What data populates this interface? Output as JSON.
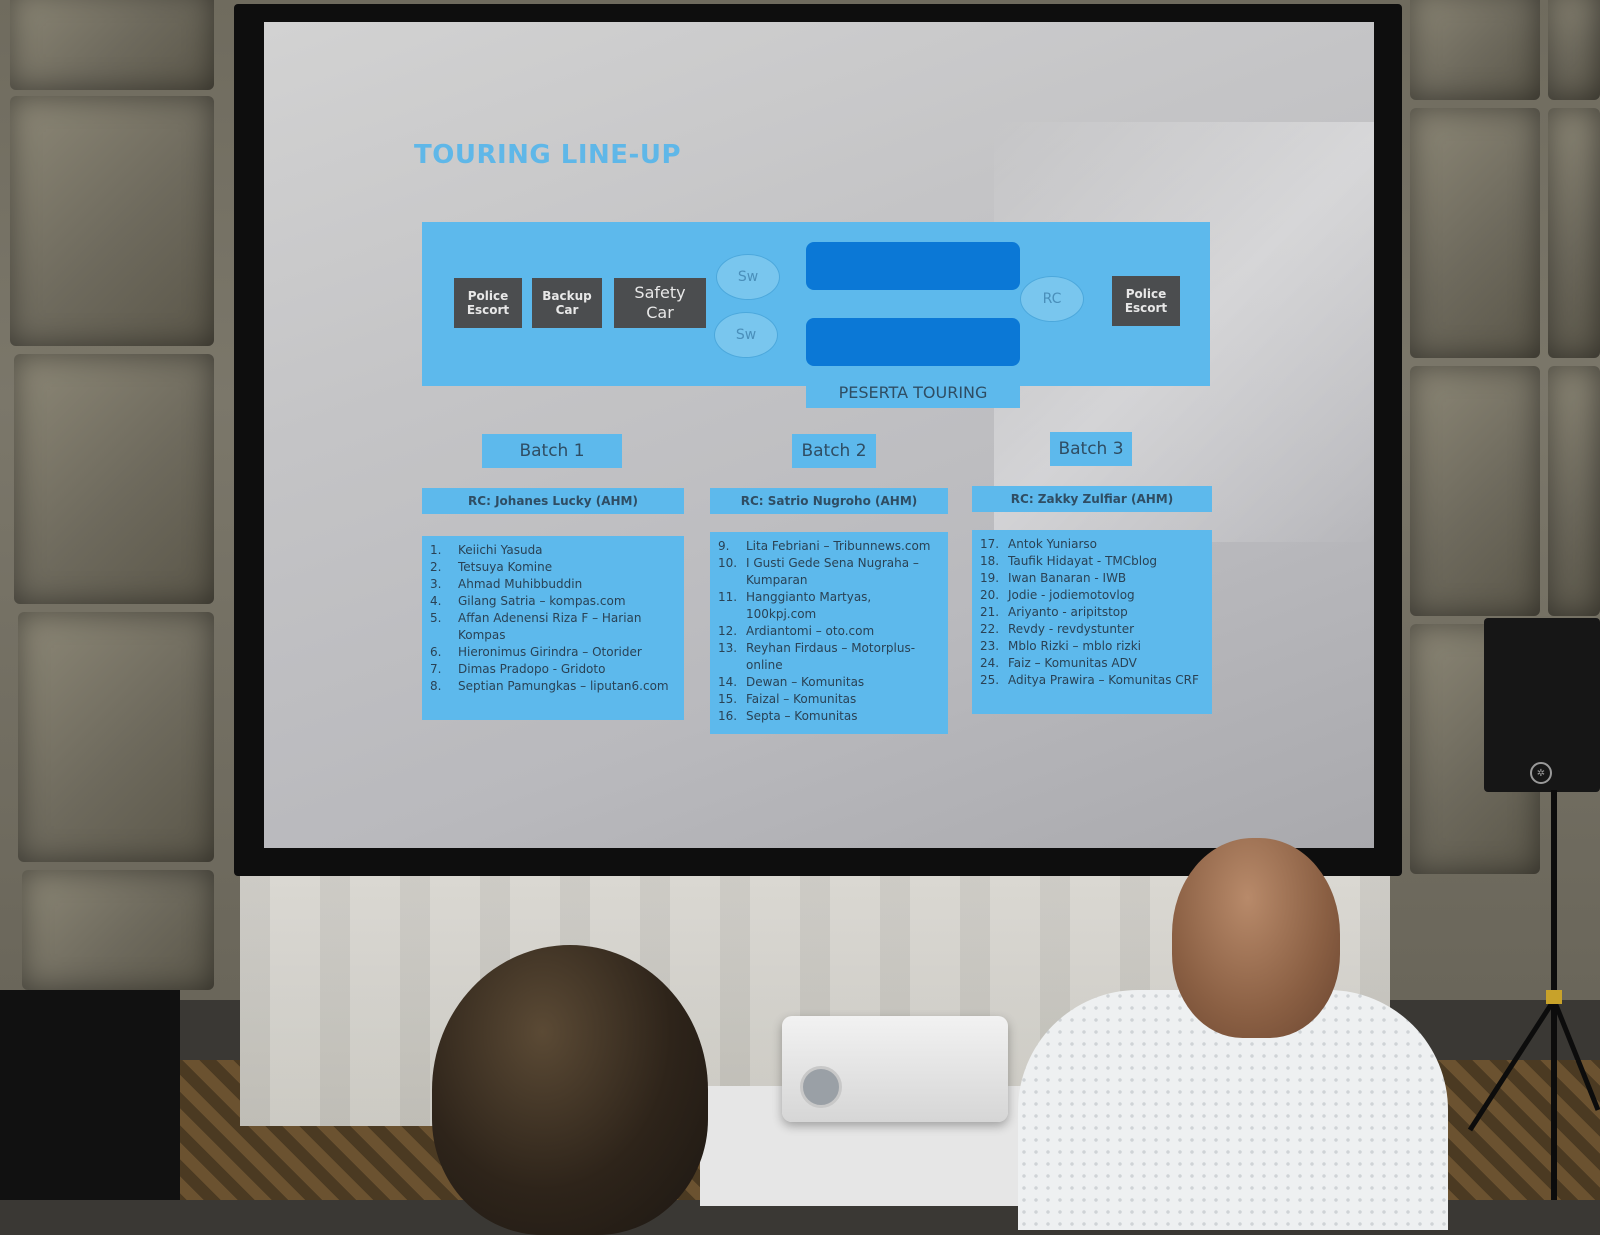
{
  "slide": {
    "title": "TOURING LINE-UP",
    "vehicles": {
      "police_escort_front": "Police\nEscort",
      "backup_car": "Backup\nCar",
      "safety_car": "Safety\nCar",
      "police_escort_rear": "Police\nEscort"
    },
    "sweepers": [
      "Sw",
      "Sw"
    ],
    "road_captain": "RC",
    "peserta_label": "PESERTA TOURING",
    "batches": [
      {
        "label": "Batch 1",
        "rc": "RC: Johanes Lucky (AHM)",
        "members": [
          {
            "num": "1.",
            "name": "Keiichi Yasuda"
          },
          {
            "num": "2.",
            "name": "Tetsuya Komine"
          },
          {
            "num": "3.",
            "name": "Ahmad Muhibbuddin"
          },
          {
            "num": "4.",
            "name": "Gilang Satria – kompas.com"
          },
          {
            "num": "5.",
            "name": "Affan Adenensi Riza F – Harian Kompas"
          },
          {
            "num": "6.",
            "name": "Hieronimus Girindra – Otorider"
          },
          {
            "num": "7.",
            "name": "Dimas Pradopo - Gridoto"
          },
          {
            "num": "8.",
            "name": "Septian Pamungkas – liputan6.com"
          }
        ]
      },
      {
        "label": "Batch 2",
        "rc": "RC: Satrio Nugroho (AHM)",
        "members": [
          {
            "num": "9.",
            "name": "Lita Febriani – Tribunnews.com"
          },
          {
            "num": "10.",
            "name": "I Gusti Gede Sena Nugraha – Kumparan"
          },
          {
            "num": "11.",
            "name": "Hanggianto Martyas, 100kpj.com"
          },
          {
            "num": "12.",
            "name": "Ardiantomi – oto.com"
          },
          {
            "num": "13.",
            "name": "Reyhan Firdaus – Motorplus-online"
          },
          {
            "num": "14.",
            "name": "Dewan – Komunitas"
          },
          {
            "num": "15.",
            "name": "Faizal – Komunitas"
          },
          {
            "num": "16.",
            "name": "Septa – Komunitas"
          }
        ]
      },
      {
        "label": "Batch 3",
        "rc": "RC: Zakky Zulfiar (AHM)",
        "members": [
          {
            "num": "17.",
            "name": "Antok Yuniarso"
          },
          {
            "num": "18.",
            "name": "Taufik Hidayat - TMCblog"
          },
          {
            "num": "19.",
            "name": "Iwan Banaran - IWB"
          },
          {
            "num": "20.",
            "name": "Jodie - jodiemotovlog"
          },
          {
            "num": "21.",
            "name": "Ariyanto - aripitstop"
          },
          {
            "num": "22.",
            "name": "Revdy - revdystunter"
          },
          {
            "num": "23.",
            "name": "Mblo Rizki – mblo rizki"
          },
          {
            "num": "24.",
            "name": "Faiz – Komunitas ADV"
          },
          {
            "num": "25.",
            "name": "Aditya Prawira – Komunitas CRF"
          }
        ]
      }
    ]
  },
  "colors": {
    "slide_accent": "#5db9ec",
    "title_color": "#5fb7e8",
    "participant_bar": "#0b78d6",
    "vehicle_box": "#4b4d4f"
  }
}
